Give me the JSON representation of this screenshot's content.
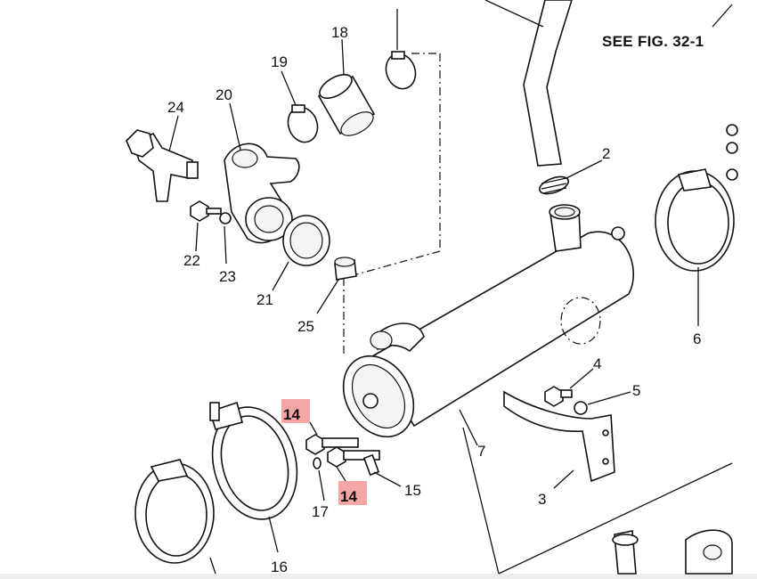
{
  "diagram": {
    "reference_note": "SEE FIG. 32-1",
    "part_labels": {
      "p2": "2",
      "p3": "3",
      "p4": "4",
      "p5": "5",
      "p6": "6",
      "p7": "7",
      "p14a": "14",
      "p14b": "14",
      "p15": "15",
      "p16": "16",
      "p17": "17",
      "p18": "18",
      "p19": "19",
      "p20": "20",
      "p21": "21",
      "p22": "22",
      "p23": "23",
      "p24": "24",
      "p25": "25"
    },
    "highlight_color": "#f4a6a6"
  }
}
